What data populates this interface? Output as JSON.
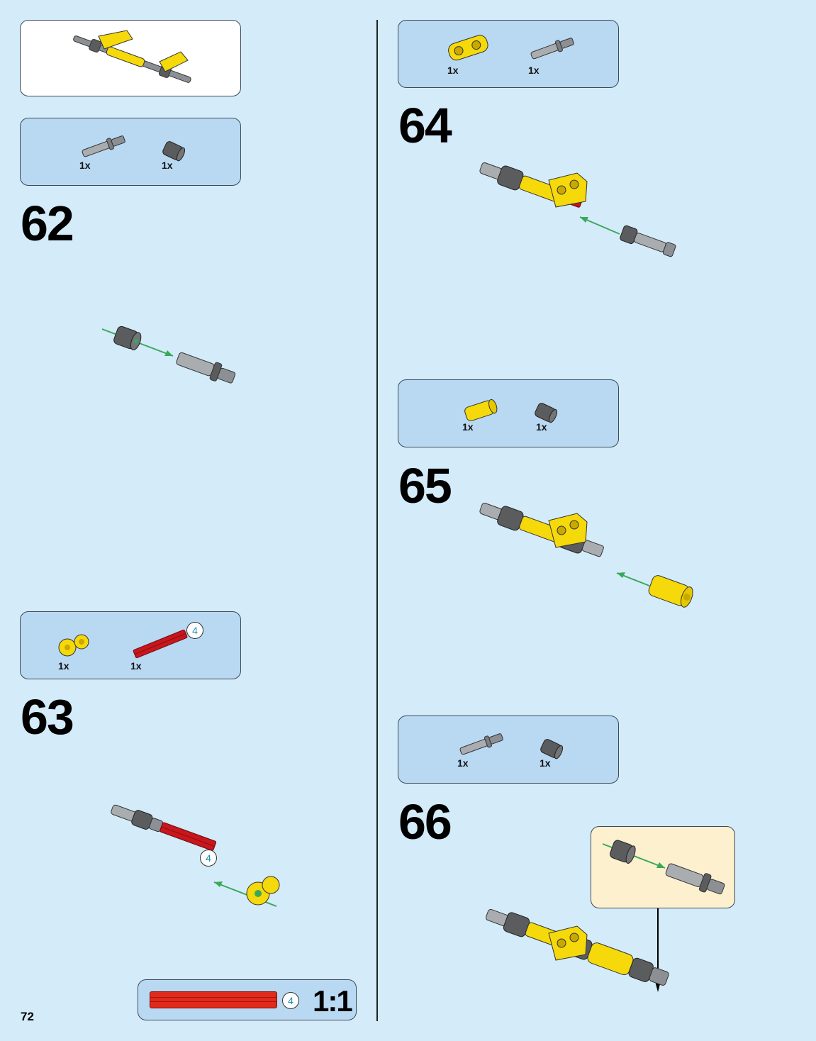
{
  "page_number": "72",
  "steps": {
    "s62": "62",
    "s63": "63",
    "s64": "64",
    "s65": "65",
    "s66": "66"
  },
  "parts_lists": {
    "p62": [
      "1x",
      "1x"
    ],
    "p63": [
      "1x",
      "1x"
    ],
    "p64": [
      "1x",
      "1x"
    ],
    "p65": [
      "1x",
      "1x"
    ],
    "p66": [
      "1x",
      "1x"
    ]
  },
  "callouts": {
    "axle_length": "4"
  },
  "scale_box": {
    "length": "4",
    "ratio": "1:1"
  },
  "colors": {
    "background": "#d4ebf9",
    "parts_panel": "#b9d8f2",
    "subassembly_panel": "#fdf0cf",
    "yellow": "#f5d90a",
    "red": "#c8161d",
    "dark_gray": "#5a5c5e",
    "light_gray": "#a9adb0",
    "arrow_green": "#3aa85a"
  }
}
